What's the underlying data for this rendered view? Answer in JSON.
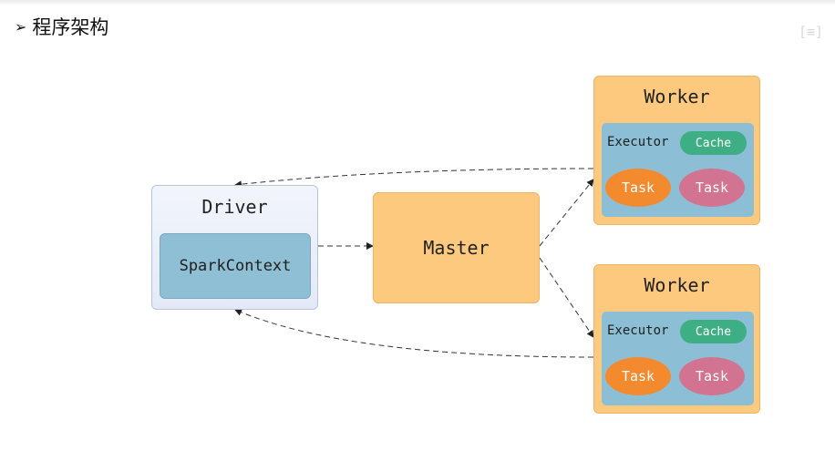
{
  "heading": {
    "bullet": "➢",
    "title": "程序架构"
  },
  "corner_icon": "[≡]",
  "driver": {
    "label": "Driver",
    "context_label": "SparkContext"
  },
  "master": {
    "label": "Master"
  },
  "workers": [
    {
      "label": "Worker",
      "executor_label": "Executor",
      "cache_label": "Cache",
      "task1_label": "Task",
      "task2_label": "Task"
    },
    {
      "label": "Worker",
      "executor_label": "Executor",
      "cache_label": "Cache",
      "task1_label": "Task",
      "task2_label": "Task"
    }
  ],
  "colors": {
    "driver_bg": "#e3e9f7",
    "context_bg": "#8fbfd4",
    "master_bg": "#fdc97e",
    "worker_bg": "#fdc97e",
    "executor_bg": "#8cbfd6",
    "cache": "#3eaf84",
    "task_orange": "#f48a2e",
    "task_pink": "#d27391"
  }
}
